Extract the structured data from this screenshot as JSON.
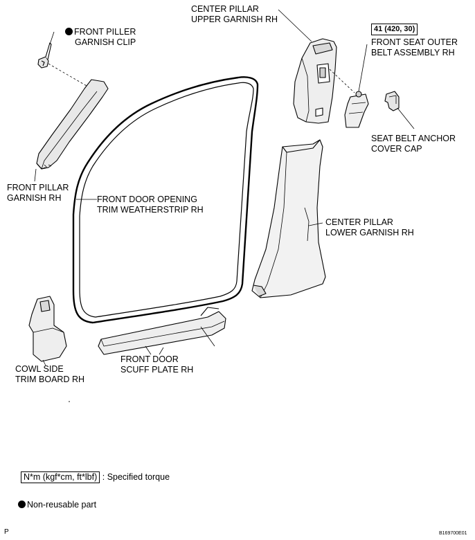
{
  "labels": {
    "front_piller_clip": {
      "line1": "FRONT PILLER",
      "line2": "GARNISH CLIP"
    },
    "front_pillar_garnish": {
      "line1": "FRONT PILLAR",
      "line2": "GARNISH RH"
    },
    "weatherstrip": {
      "line1": "FRONT DOOR OPENING",
      "line2": "TRIM WEATHERSTRIP RH"
    },
    "center_upper": {
      "line1": "CENTER PILLAR",
      "line2": "UPPER GARNISH RH"
    },
    "torque_value": "41 (420, 30)",
    "seat_belt": {
      "line1": "FRONT SEAT OUTER",
      "line2": "BELT ASSEMBLY RH"
    },
    "anchor_cap": {
      "line1": "SEAT BELT ANCHOR",
      "line2": "COVER CAP"
    },
    "center_lower": {
      "line1": "CENTER PILLAR",
      "line2": "LOWER GARNISH RH"
    },
    "cowl": {
      "line1": "COWL SIDE",
      "line2": "TRIM BOARD RH"
    },
    "scuff": {
      "line1": "FRONT DOOR",
      "line2": "SCUFF PLATE RH"
    }
  },
  "legend": {
    "torque_box": "N*m (kgf*cm, ft*lbf)",
    "torque_text": ": Specified torque",
    "nonreusable_text": "Non-reusable part"
  },
  "footer": {
    "letter": "P",
    "code": "B169700E01"
  },
  "colors": {
    "line": "#000000",
    "fill": "#ffffff",
    "shade": "#d9d9d9"
  }
}
